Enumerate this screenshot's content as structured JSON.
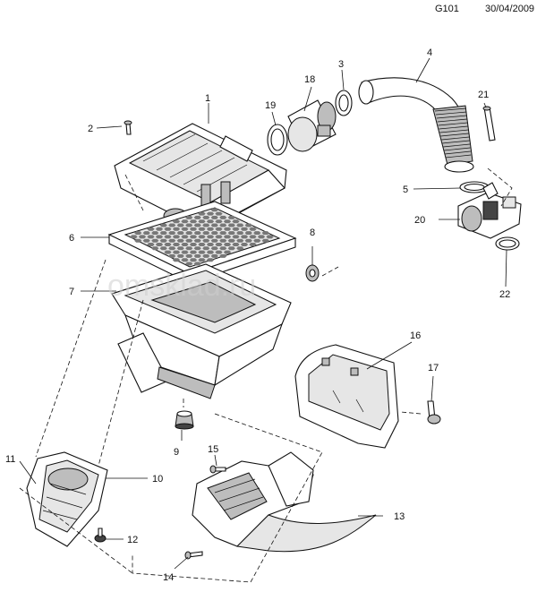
{
  "header": {
    "code": "G101",
    "date": "30/04/2009"
  },
  "watermark": "omsklad.ru",
  "callouts": [
    "1",
    "2",
    "3",
    "4",
    "5",
    "6",
    "7",
    "8",
    "9",
    "10",
    "11",
    "12",
    "13",
    "14",
    "15",
    "16",
    "17",
    "18",
    "19",
    "20",
    "21",
    "22"
  ],
  "colors": {
    "line": "#111111",
    "watermark": "#cfcfcf",
    "background": "#ffffff"
  }
}
